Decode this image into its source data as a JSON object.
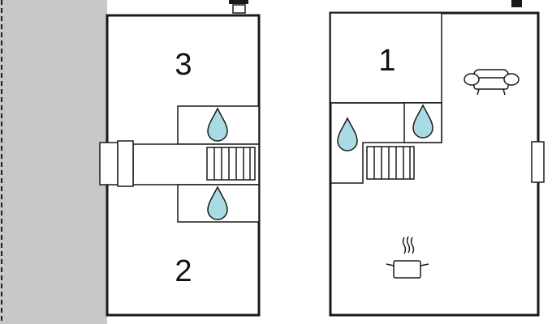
{
  "rooms": {
    "upper_left": "3",
    "lower_left": "2",
    "upper_right": "1"
  },
  "icons": {
    "bathroom": "water-drop-icon",
    "living": "sofa-icon",
    "kitchen": "cooking-pot-icon",
    "stairs": "staircase-icon",
    "window": "window-icon",
    "door": "door-icon"
  },
  "colors": {
    "walls": "#1a1a1a",
    "water_drop": "#a8dbe3",
    "outdoor_terrace": "#c8c8c8",
    "background": "#ffffff"
  }
}
